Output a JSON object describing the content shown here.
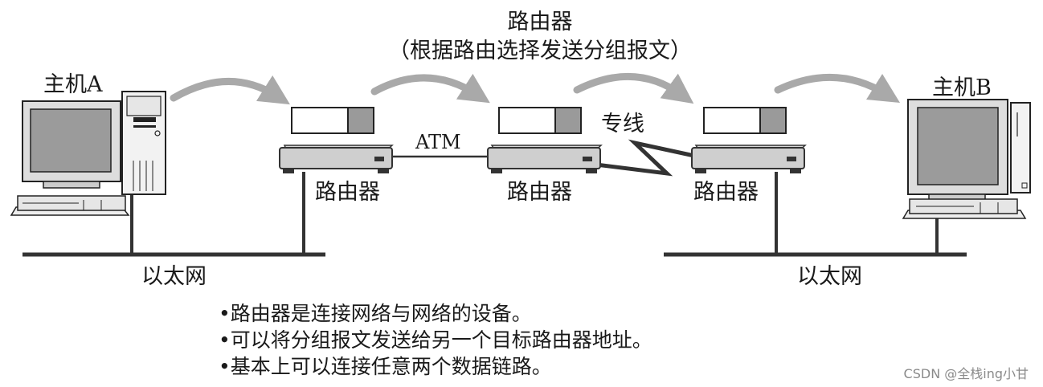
{
  "title": {
    "line1": "路由器",
    "line2": "（根据路由选择发送分组报文）"
  },
  "hosts": {
    "a": "主机A",
    "b": "主机B"
  },
  "routers": [
    "路由器",
    "路由器",
    "路由器"
  ],
  "links": {
    "atm": "ATM",
    "leased_line": "专线"
  },
  "networks": [
    "以太网",
    "以太网"
  ],
  "bullets": [
    "•路由器是连接网络与网络的设备。",
    "•可以将分组报文发送给另一个目标路由器地址。",
    "•基本上可以连接任意两个数据链路。"
  ],
  "watermark": "CSDN @全栈ing小甘"
}
